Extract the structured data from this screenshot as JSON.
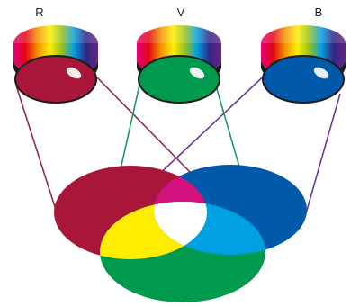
{
  "labels": {
    "red": "R",
    "green": "V",
    "blue": "B"
  },
  "colors": {
    "red": "#a8173a",
    "green": "#009a4e",
    "blue": "#005aa9",
    "magenta": "#d4127f",
    "yellow": "#ffed00",
    "cyan": "#00a0e3",
    "white": "#ffffff",
    "beam_red": "#8c2a4a",
    "beam_green": "#1a9a5a",
    "beam_blue": "#6a3a9a",
    "lamp_band": "#1a1a1a"
  },
  "spectrum": [
    "#e6007e",
    "#e30613",
    "#f39200",
    "#ffed00",
    "#95c11f",
    "#00a0e3",
    "#312783",
    "#662483"
  ]
}
